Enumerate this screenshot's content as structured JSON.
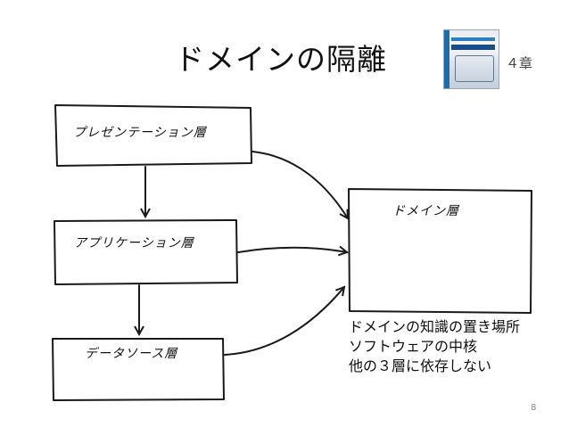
{
  "slide": {
    "title": "ドメインの隔離",
    "chapter": "４章",
    "page_number": "8"
  },
  "diagram": {
    "layers": [
      {
        "id": "presentation",
        "label": "プレゼンテーション層"
      },
      {
        "id": "application",
        "label": "アプリケーション層"
      },
      {
        "id": "datasource",
        "label": "データソース層"
      },
      {
        "id": "domain",
        "label": "ドメイン層"
      }
    ],
    "note_lines": [
      "ドメインの知識の置き場所",
      "ソフトウェアの中核",
      "他の３層に依存しない"
    ]
  },
  "colors": {
    "stroke": "#1a1a1a",
    "text": "#111111"
  }
}
